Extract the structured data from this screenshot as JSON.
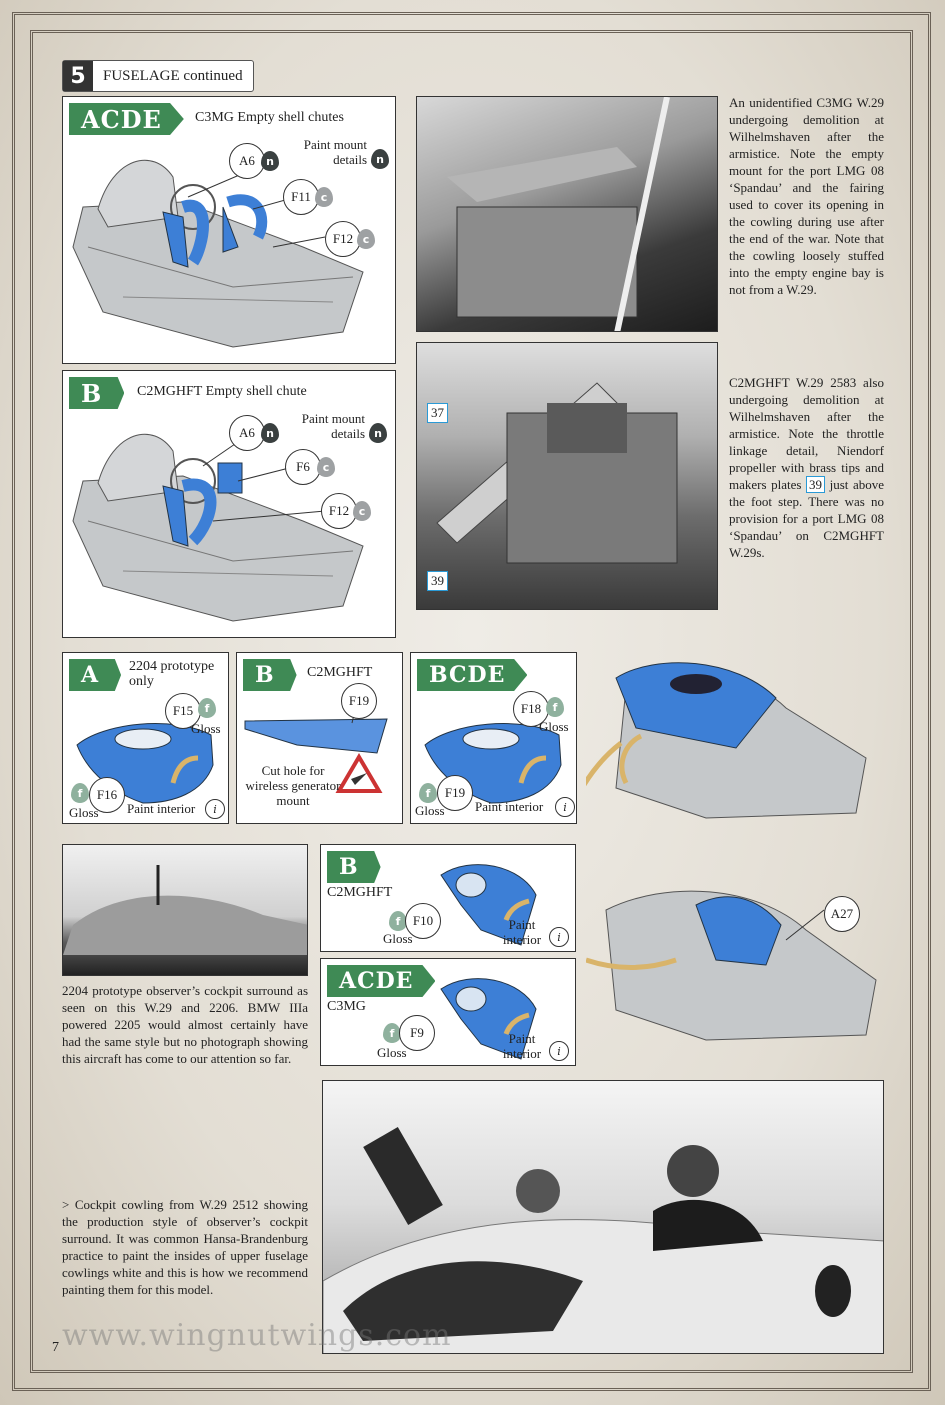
{
  "step": {
    "number": "5",
    "title": "FUSELAGE continued"
  },
  "panels": {
    "acde_c3mg": {
      "tag": "ACDE",
      "title": "C3MG Empty shell chutes",
      "note": "Paint mount details",
      "note_code": "n",
      "parts": [
        {
          "id": "A6",
          "code": "n"
        },
        {
          "id": "F11",
          "code": "c"
        },
        {
          "id": "F12",
          "code": "c"
        }
      ]
    },
    "b_c2mghft": {
      "tag": "B",
      "title": "C2MGHFT Empty shell chute",
      "note": "Paint mount details",
      "note_code": "n",
      "parts": [
        {
          "id": "A6",
          "code": "n"
        },
        {
          "id": "F6",
          "code": "c"
        },
        {
          "id": "F12",
          "code": "c"
        }
      ]
    },
    "a_2204": {
      "tag": "A",
      "title": "2204 prototype only",
      "parts": [
        {
          "id": "F15",
          "code": "f",
          "finish": "Gloss"
        },
        {
          "id": "F16",
          "code": "f",
          "finish": "Gloss"
        }
      ],
      "note": "Paint interior",
      "note_code": "i"
    },
    "b_f19": {
      "tag": "B",
      "title": "C2MGHFT",
      "part": "F19",
      "note": "Cut hole for wireless generator mount"
    },
    "bcde": {
      "tag": "BCDE",
      "parts": [
        {
          "id": "F18",
          "code": "f",
          "finish": "Gloss"
        },
        {
          "id": "F19",
          "code": "f",
          "finish": "Gloss"
        }
      ],
      "note": "Paint interior",
      "note_code": "i"
    },
    "b_f10": {
      "tag": "B",
      "title": "C2MGHFT",
      "part": {
        "id": "F10",
        "code": "f",
        "finish": "Gloss"
      },
      "note": "Paint interior",
      "note_code": "i"
    },
    "acde_f9": {
      "tag": "ACDE",
      "title": "C3MG",
      "part": {
        "id": "F9",
        "code": "f",
        "finish": "Gloss"
      },
      "note": "Paint interior",
      "note_code": "i"
    },
    "assembly_callout": "A27"
  },
  "texts": {
    "photo1_caption": "An unidentified C3MG W.29 undergoing demolition at Wilhelmshaven after the armistice. Note the empty mount for the port LMG 08 ‘Spandau’ and the fairing used to cover its opening in the cowling during use after the end of the war. Note that the cowling loosely stuffed into the empty engine bay is not from a W.29.",
    "photo2_caption_a": "C2MGHFT W.29 2583 also undergoing demolition at Wilhelmshaven after the armistice. Note the throttle linkage detail, Niendorf propeller with brass tips and makers plates",
    "photo2_caption_ref": "39",
    "photo2_caption_b": "just above the foot step. There was no provision for a port LMG 08 ‘Spandau’ on C2MGHFT W.29s.",
    "photo2_label_a": "37",
    "photo2_label_b": "39",
    "photo3_caption": "2204 prototype observer’s cockpit surround as seen on this W.29 and 2206. BMW IIIa powered 2205 would almost certainly have had the same style but no photograph showing this aircraft has come to our attention so far.",
    "photo4_caption": "> Cockpit cowling from W.29 2512 showing the production style of observer’s cockpit surround. It was common Hansa-Brandenburg practice to paint the insides of upper fuselage cowlings white and this is how we recommend painting them for this model."
  },
  "footer": {
    "watermark": "www.wingnutwings.com",
    "page": "7"
  },
  "colors": {
    "tag_green": "#3f8a55",
    "part_blue": "#3d7fd6",
    "grey_part": "#b9bcbf",
    "ref_blue": "#2a9ad6",
    "arrow_gold": "#d9b46a"
  }
}
